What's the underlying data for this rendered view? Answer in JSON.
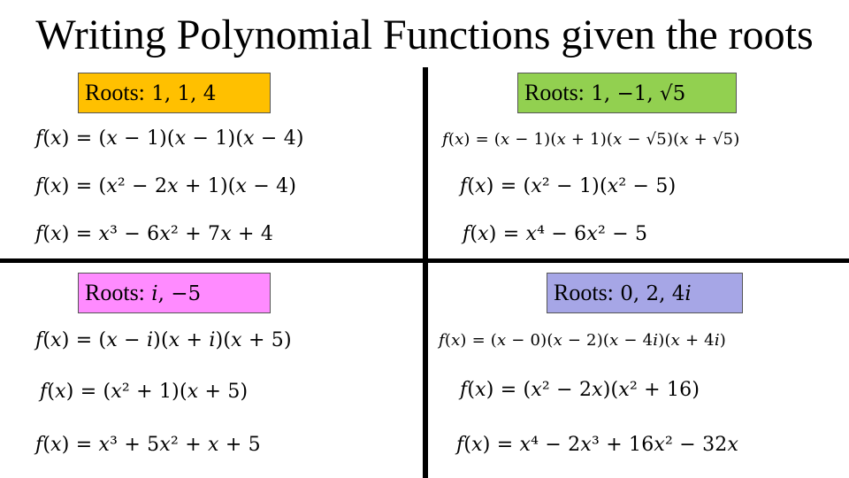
{
  "title": "Writing Polynomial Functions given the roots",
  "quadrants": {
    "top_left": {
      "label_word": "Roots:",
      "label_values": "1, 1, 4",
      "color": "#ffc000",
      "equations": [
        "𝑓(𝑥) = (𝑥 − 1)(𝑥 − 1)(𝑥 − 4)",
        "𝑓(𝑥) = (𝑥² − 2𝑥 + 1)(𝑥 − 4)",
        "𝑓(𝑥) = 𝑥³ − 6𝑥² + 7𝑥 + 4"
      ]
    },
    "top_right": {
      "label_word": "Roots:",
      "label_values": "1, −1, √5",
      "color": "#92d050",
      "equations": [
        "𝑓(𝑥) = (𝑥 − 1)(𝑥 + 1)(𝑥 − √5)(𝑥 + √5)",
        "𝑓(𝑥) = (𝑥² − 1)(𝑥² − 5)",
        "𝑓(𝑥) = 𝑥⁴ − 6𝑥² − 5"
      ]
    },
    "bottom_left": {
      "label_word": "Roots:",
      "label_values": "𝑖, −5",
      "color": "#ff8bff",
      "equations": [
        "𝑓(𝑥) = (𝑥 − 𝑖)(𝑥 + 𝑖)(𝑥 + 5)",
        "𝑓(𝑥) = (𝑥² + 1)(𝑥 + 5)",
        "𝑓(𝑥) = 𝑥³ + 5𝑥² + 𝑥 + 5"
      ]
    },
    "bottom_right": {
      "label_word": "Roots:",
      "label_values": "0, 2, 4𝑖",
      "color": "#a6a6e6",
      "equations": [
        "𝑓(𝑥) = (𝑥 − 0)(𝑥 − 2)(𝑥 − 4𝑖)(𝑥 + 4𝑖)",
        "𝑓(𝑥) = (𝑥² − 2𝑥)(𝑥² + 16)",
        "𝑓(𝑥) = 𝑥⁴ − 2𝑥³ + 16𝑥² − 32𝑥"
      ]
    }
  }
}
